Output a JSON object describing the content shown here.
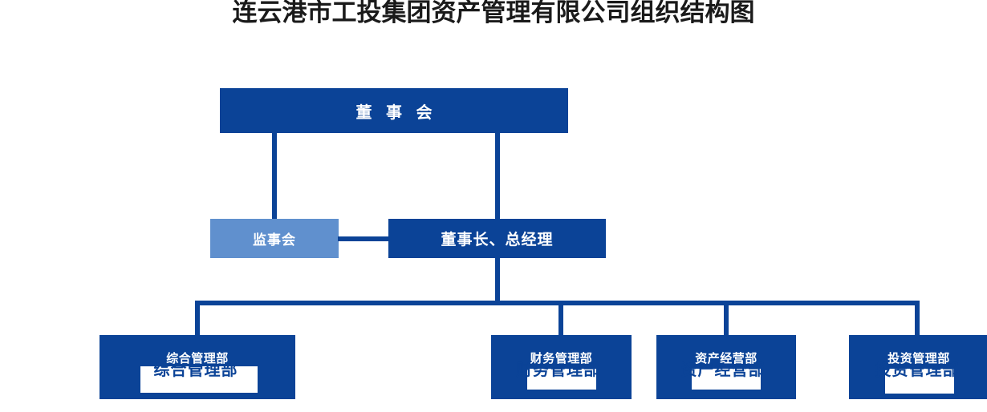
{
  "title": "连云港市工投集团资产管理有限公司组织结构图",
  "colors": {
    "primary_dark_blue": "#0B4397",
    "secondary_light_blue": "#6090CE",
    "box_text": "#FFFFFF",
    "title_text": "#1A1A1A",
    "overlay_field": "#FFFFFF"
  },
  "nodes": {
    "board": {
      "label": "董 事 会"
    },
    "supervisors": {
      "label": "监事会"
    },
    "chairman": {
      "label": "董事长、总经理"
    }
  },
  "departments": [
    {
      "label": "综合管理部",
      "ghost_label": "综合管理部"
    },
    {
      "label": "财务管理部",
      "ghost_label": "财务管理部"
    },
    {
      "label": "资产经营部",
      "ghost_label": "资产经营部"
    },
    {
      "label": "投资管理部",
      "ghost_label": "投资管理部"
    }
  ]
}
